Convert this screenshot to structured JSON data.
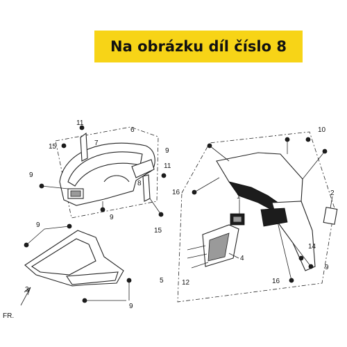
{
  "banner": {
    "text": "Na obrázku díl číslo 8",
    "color": "#f7d417"
  },
  "callouts": {
    "c1": "1",
    "c2": "2",
    "c3": "3",
    "c4": "4",
    "c5": "5",
    "c6": "6",
    "c7": "7",
    "c8": "8",
    "c9a": "9",
    "c9b": "9",
    "c9c": "9",
    "c9d": "9",
    "c9e": "9",
    "c9f": "9",
    "c10": "10",
    "c11a": "11",
    "c11b": "11",
    "c12": "12",
    "c14": "14",
    "c15a": "15",
    "c15b": "15",
    "c16a": "16",
    "c16b": "16"
  },
  "direction_label": "FR."
}
